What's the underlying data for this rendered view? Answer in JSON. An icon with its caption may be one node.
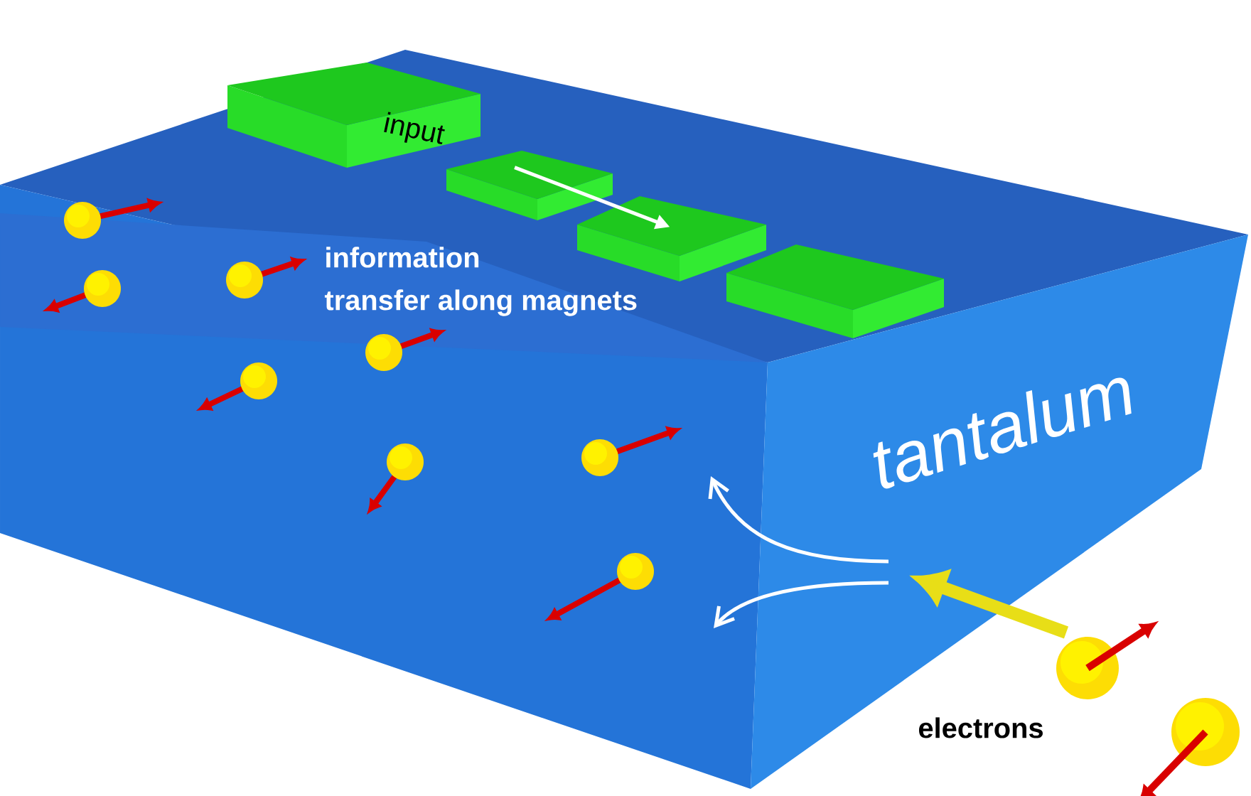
{
  "diagram": {
    "nodes": [
      {
        "text": [
          "input"
        ]
      },
      {
        "text": [],
        "shape": "box"
      },
      {
        "text": [],
        "shape": "box"
      },
      {
        "text": [],
        "shape": "box"
      }
    ],
    "edges": [
      {
        "from": 1,
        "to": 2,
        "arrow": "to",
        "color": "#ffffff"
      }
    ],
    "labels": [
      "information",
      "transfer along magnets",
      "tantalum",
      "electrons"
    ]
  }
}
